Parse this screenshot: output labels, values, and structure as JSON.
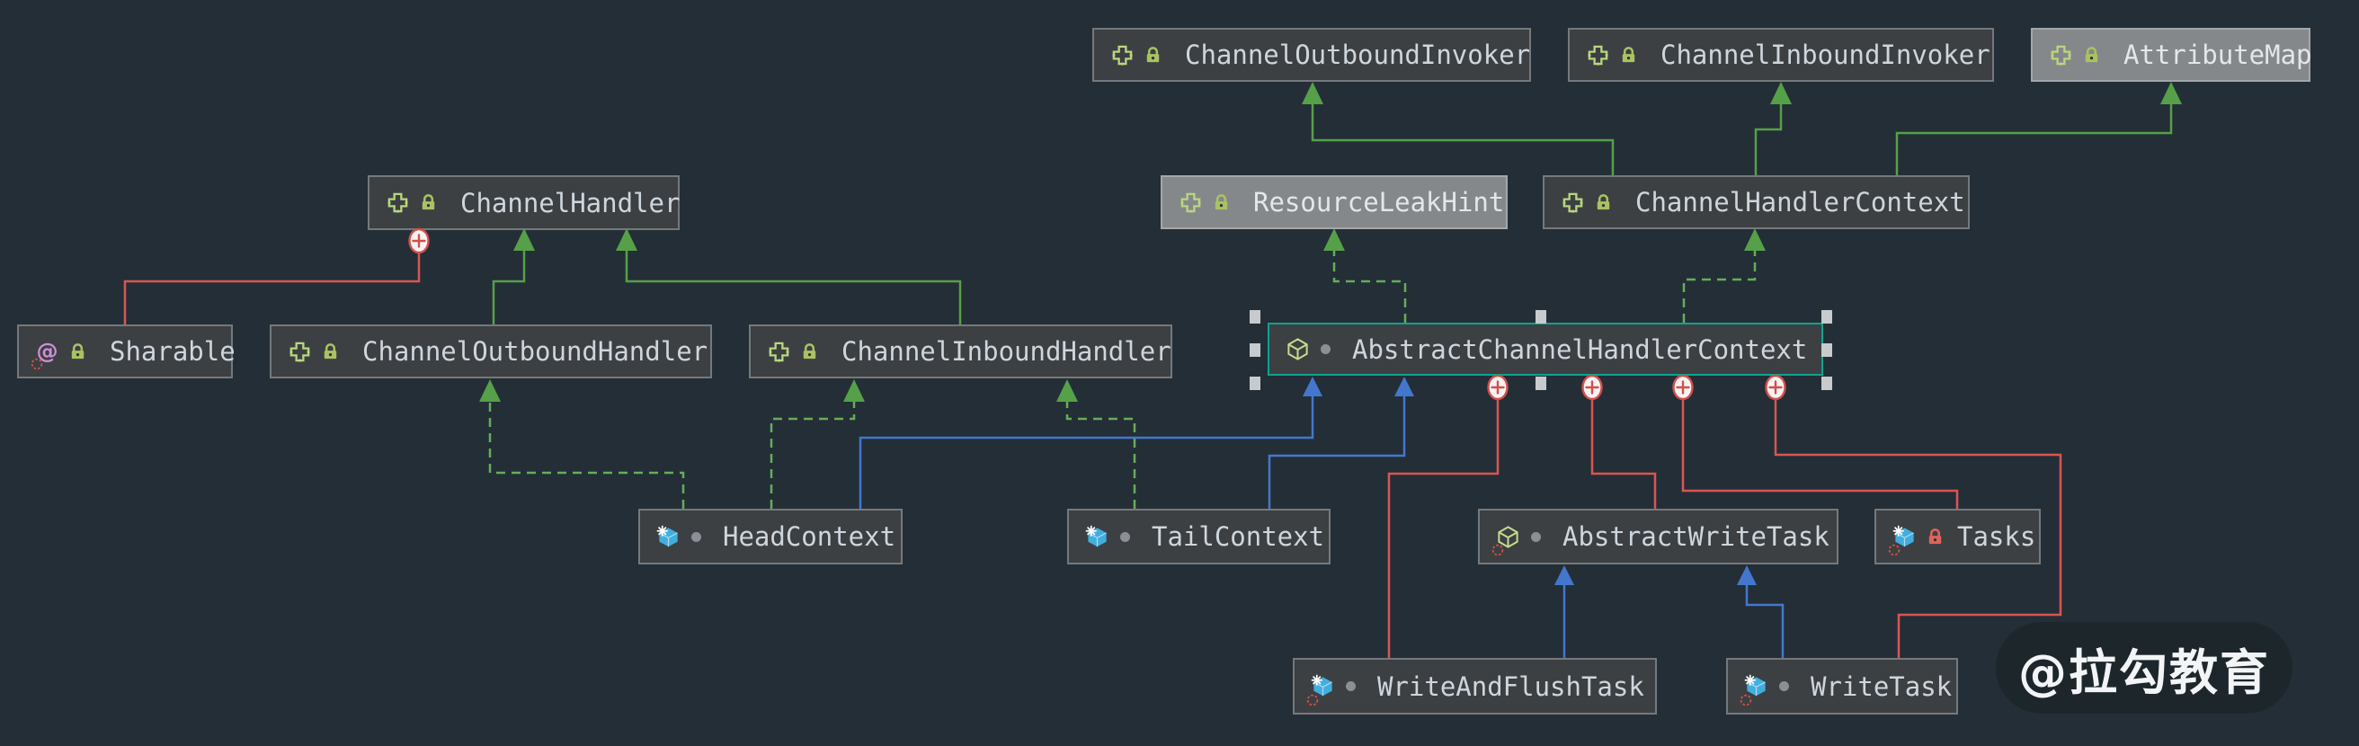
{
  "diagram": {
    "tool": "uml-class-diagram",
    "nodes": {
      "coi": {
        "label": "ChannelOutboundInvoker",
        "kind": "interface",
        "modifier": "lock-green"
      },
      "cii": {
        "label": "ChannelInboundInvoker",
        "kind": "interface",
        "modifier": "lock-green"
      },
      "am": {
        "label": "AttributeMap",
        "kind": "interface",
        "modifier": "lock-green",
        "style": "library"
      },
      "ch": {
        "label": "ChannelHandler",
        "kind": "interface",
        "modifier": "lock-green"
      },
      "rlh": {
        "label": "ResourceLeakHint",
        "kind": "interface",
        "modifier": "lock-green",
        "style": "library"
      },
      "chc": {
        "label": "ChannelHandlerContext",
        "kind": "interface",
        "modifier": "lock-green"
      },
      "sharable": {
        "label": "Sharable",
        "kind": "annotation",
        "modifier": "lock-green",
        "overlay": "run-dashed-circle"
      },
      "coh": {
        "label": "ChannelOutboundHandler",
        "kind": "interface",
        "modifier": "lock-green"
      },
      "cih": {
        "label": "ChannelInboundHandler",
        "kind": "interface",
        "modifier": "lock-green"
      },
      "achc": {
        "label": "AbstractChannelHandlerContext",
        "kind": "abstract-class",
        "modifier": "package-private-dot",
        "selected": true
      },
      "head": {
        "label": "HeadContext",
        "kind": "final-class",
        "modifier": "package-private-dot"
      },
      "tail": {
        "label": "TailContext",
        "kind": "final-class",
        "modifier": "package-private-dot"
      },
      "awt": {
        "label": "AbstractWriteTask",
        "kind": "abstract-class",
        "modifier": "package-private-dot",
        "overlay": "run-dashed-circle"
      },
      "tasks": {
        "label": "Tasks",
        "kind": "final-class",
        "modifier": "lock-red",
        "overlay": "run-dashed-circle"
      },
      "waft": {
        "label": "WriteAndFlushTask",
        "kind": "final-class",
        "modifier": "package-private-dot",
        "overlay": "run-dashed-circle"
      },
      "wt": {
        "label": "WriteTask",
        "kind": "final-class",
        "modifier": "package-private-dot",
        "overlay": "run-dashed-circle"
      }
    },
    "edges": [
      {
        "from": "ChannelOutboundHandler",
        "to": "ChannelHandler",
        "type": "extends",
        "color": "green-solid"
      },
      {
        "from": "ChannelInboundHandler",
        "to": "ChannelHandler",
        "type": "extends",
        "color": "green-solid"
      },
      {
        "from": "ChannelHandlerContext",
        "to": "ChannelOutboundInvoker",
        "type": "extends",
        "color": "green-solid"
      },
      {
        "from": "ChannelHandlerContext",
        "to": "ChannelInboundInvoker",
        "type": "extends",
        "color": "green-solid"
      },
      {
        "from": "ChannelHandlerContext",
        "to": "AttributeMap",
        "type": "extends",
        "color": "green-solid"
      },
      {
        "from": "AbstractChannelHandlerContext",
        "to": "ResourceLeakHint",
        "type": "implements",
        "color": "green-dashed"
      },
      {
        "from": "AbstractChannelHandlerContext",
        "to": "ChannelHandlerContext",
        "type": "implements",
        "color": "green-dashed"
      },
      {
        "from": "HeadContext",
        "to": "ChannelOutboundHandler",
        "type": "implements",
        "color": "green-dashed"
      },
      {
        "from": "HeadContext",
        "to": "ChannelInboundHandler",
        "type": "implements",
        "color": "green-dashed"
      },
      {
        "from": "TailContext",
        "to": "ChannelInboundHandler",
        "type": "implements",
        "color": "green-dashed"
      },
      {
        "from": "HeadContext",
        "to": "AbstractChannelHandlerContext",
        "type": "extends",
        "color": "blue-solid"
      },
      {
        "from": "TailContext",
        "to": "AbstractChannelHandlerContext",
        "type": "extends",
        "color": "blue-solid"
      },
      {
        "from": "WriteAndFlushTask",
        "to": "AbstractWriteTask",
        "type": "extends",
        "color": "blue-solid"
      },
      {
        "from": "WriteTask",
        "to": "AbstractWriteTask",
        "type": "extends",
        "color": "blue-solid"
      },
      {
        "from": "ChannelHandler",
        "to": "Sharable",
        "type": "annotation-association",
        "color": "red"
      },
      {
        "from": "AbstractChannelHandlerContext",
        "to": "WriteAndFlushTask",
        "type": "creates-association",
        "color": "red"
      },
      {
        "from": "AbstractChannelHandlerContext",
        "to": "AbstractWriteTask",
        "type": "creates-association",
        "color": "red"
      },
      {
        "from": "AbstractChannelHandlerContext",
        "to": "Tasks",
        "type": "creates-association",
        "color": "red"
      },
      {
        "from": "AbstractChannelHandlerContext",
        "to": "WriteTask",
        "type": "creates-association",
        "color": "red"
      }
    ],
    "palette": {
      "canvas_bg": "#242e36",
      "node_bg": "#3c4043",
      "node_border": "#75797b",
      "library_node_bg": "#85888b",
      "selected_border": "#0ca48f",
      "text": "#ced6dd",
      "green_solid": "#55a048",
      "green_dashed": "#66ad58",
      "blue": "#4377cd",
      "red": "#d95553",
      "interface_icon": "#b8d77e",
      "abstract_icon": "#c6db8b",
      "final_icon": "#41aede",
      "lock_green": "#a9c361",
      "lock_red": "#e0635a",
      "annotation_icon": "#cf8fd8"
    }
  },
  "watermark": {
    "text": "@拉勾教育"
  }
}
